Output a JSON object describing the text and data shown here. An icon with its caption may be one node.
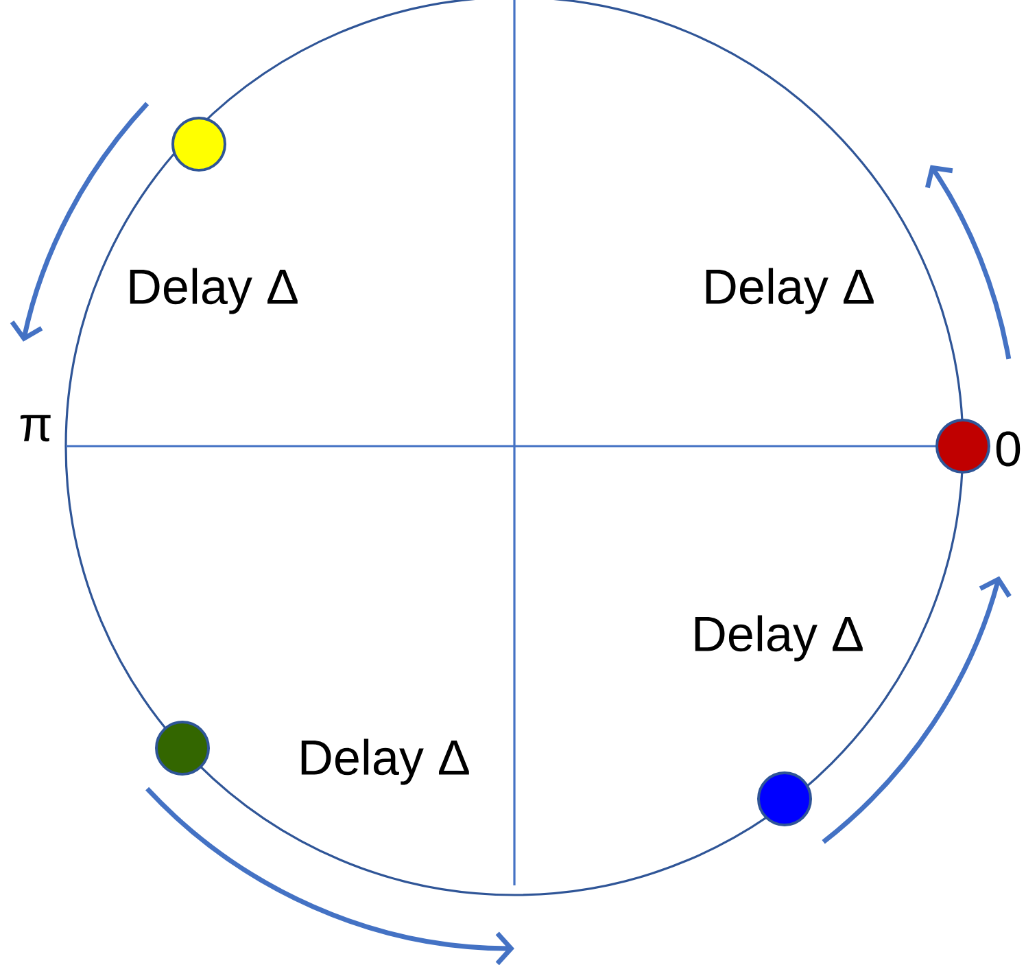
{
  "diagram": {
    "nodes": [
      {
        "text": [],
        "shape": "circle"
      },
      {
        "text": [],
        "shape": "circle"
      },
      {
        "text": [],
        "shape": "circle"
      },
      {
        "text": [],
        "shape": "circle"
      }
    ],
    "labels": [
      "Delay Δ",
      "Delay Δ",
      "π",
      "0",
      "Delay Δ",
      "Delay Δ"
    ]
  }
}
